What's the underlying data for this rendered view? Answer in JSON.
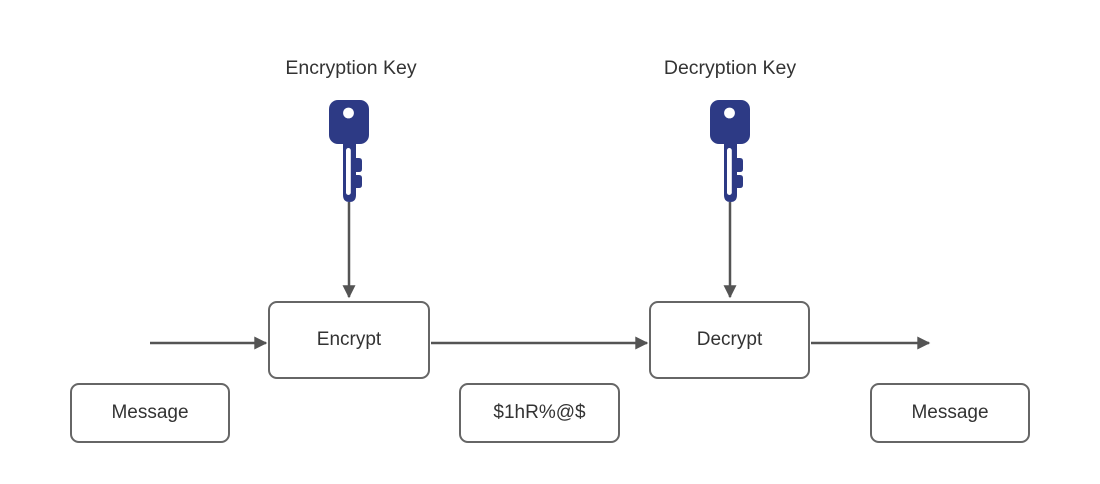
{
  "colors": {
    "background": "#ffffff",
    "key_fill": "#2d3a85",
    "arrow": "#545454",
    "box_border": "#666666",
    "text": "#333333"
  },
  "keys": [
    {
      "label": "Encryption Key",
      "icon": "key-icon"
    },
    {
      "label": "Decryption Key",
      "icon": "key-icon"
    }
  ],
  "nodes": {
    "encrypt": "Encrypt",
    "decrypt": "Decrypt",
    "message_in": "Message",
    "ciphertext": "$1hR%@$",
    "message_out": "Message"
  }
}
